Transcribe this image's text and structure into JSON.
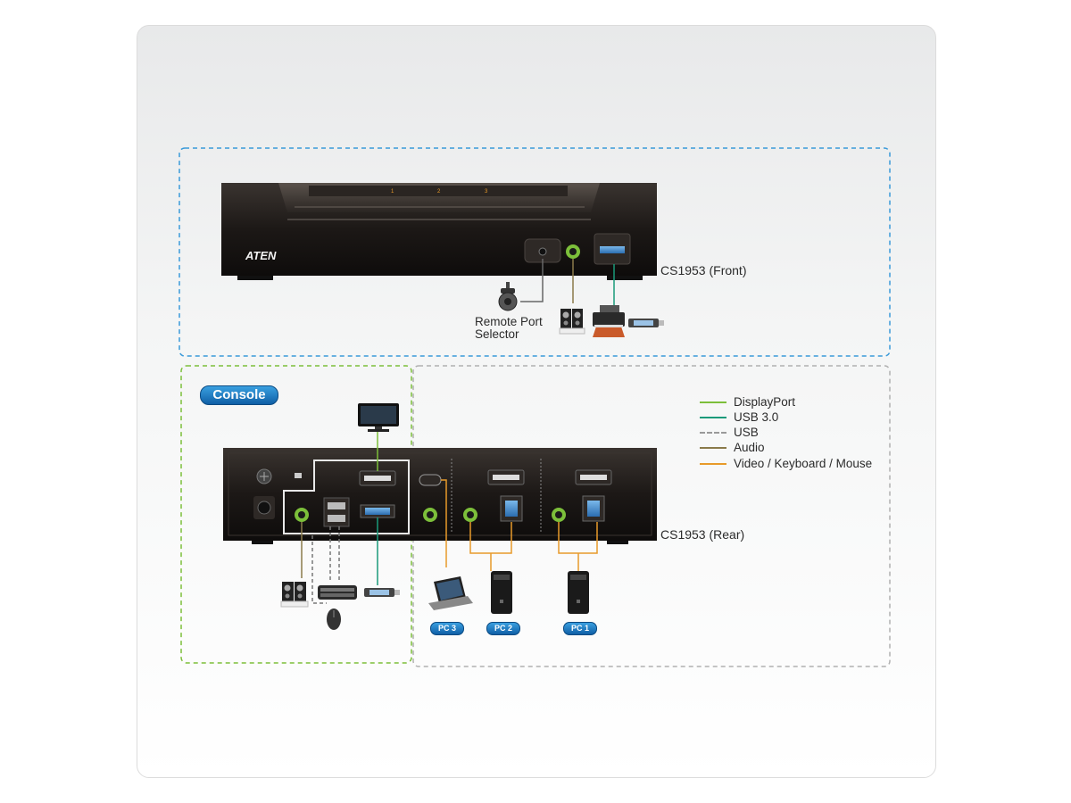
{
  "front": {
    "brand": "ATEN",
    "model_label": "CS1953 (Front)",
    "port_numbers": [
      "1",
      "2",
      "3"
    ],
    "remote_port_label_line1": "Remote Port",
    "remote_port_label_line2": "Selector"
  },
  "rear": {
    "model_label": "CS1953 (Rear)",
    "console_label": "Console"
  },
  "pcs": [
    "PC 3",
    "PC 2",
    "PC 1"
  ],
  "legend": [
    {
      "label": "DisplayPort",
      "color": "#7cbf3a",
      "style": "solid"
    },
    {
      "label": "USB 3.0",
      "color": "#1a9a7a",
      "style": "solid"
    },
    {
      "label": "USB",
      "color": "#9a9a9a",
      "style": "dashed"
    },
    {
      "label": "Audio",
      "color": "#8a7a4a",
      "style": "solid"
    },
    {
      "label": "Video / Keyboard / Mouse",
      "color": "#e89a2a",
      "style": "solid"
    }
  ],
  "colors": {
    "front_frame": "#3a9ad9",
    "console_frame": "#7cbf3a",
    "pc_frame": "#aaaaaa",
    "device_body": "#1e1a18"
  }
}
